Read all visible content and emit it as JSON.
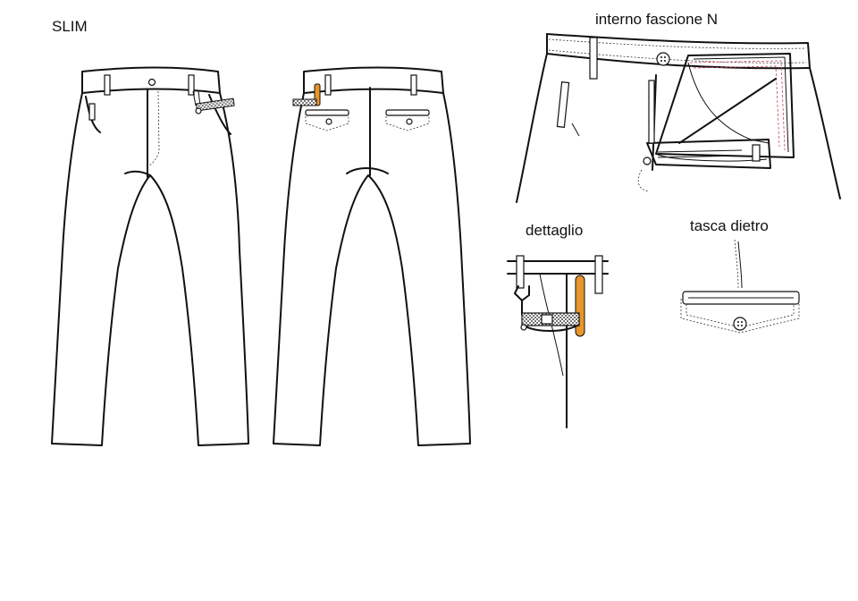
{
  "labels": {
    "style_name": "SLIM",
    "waistband_inside": "interno fascione N",
    "detail": "dettaglio",
    "back_pocket": "tasca dietro"
  },
  "colors": {
    "line": "#111111",
    "accent_tab": "#e8952a",
    "tape_red": "#d0455a",
    "checker": "#777777"
  }
}
